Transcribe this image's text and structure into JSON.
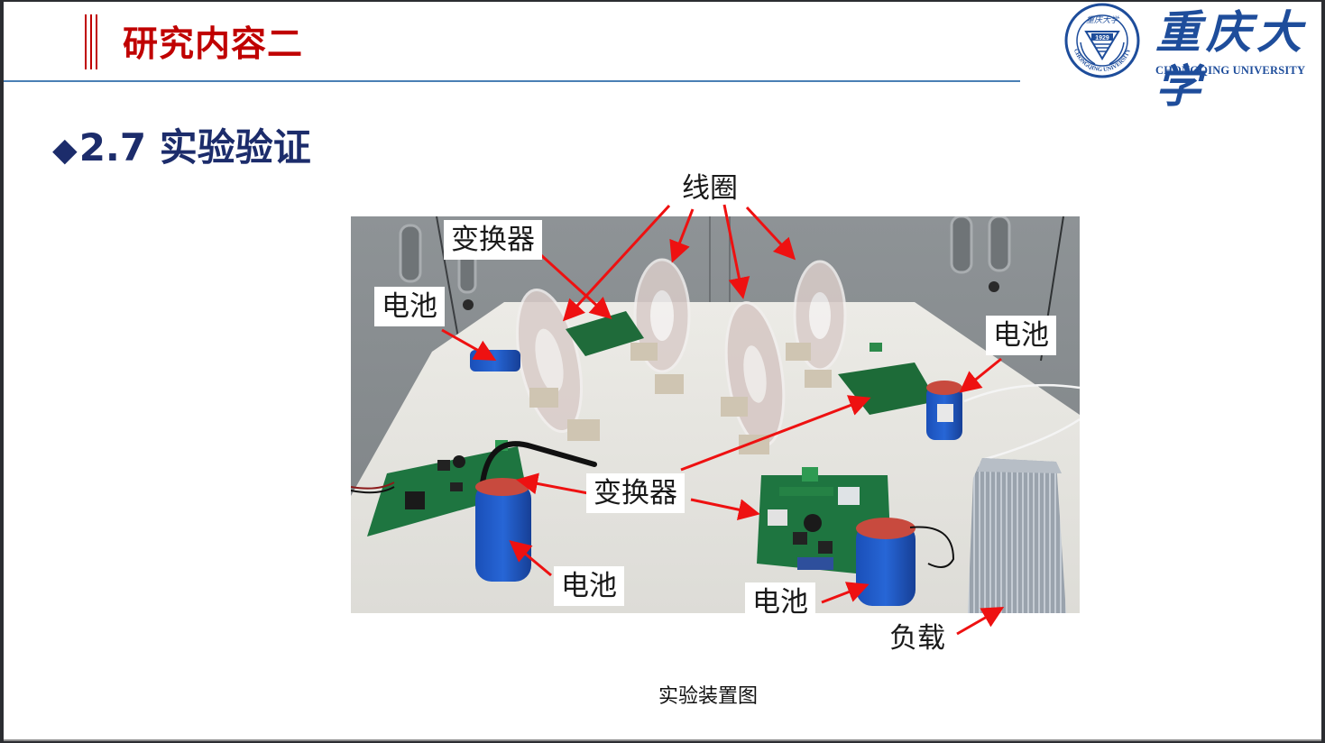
{
  "header": {
    "section_title": "研究内容二",
    "accent_color": "#c00000",
    "rule_color": "#4a7fb5"
  },
  "logo": {
    "seal_year": "1929",
    "seal_top_text": "重庆大学",
    "seal_ring_text": "CHONGQING UNIVERSITY",
    "name_cn": "重庆大学",
    "name_en": "CHONGQING UNIVERSITY",
    "brand_color": "#1e4d9b"
  },
  "content": {
    "bullet_icon": "diamond-icon",
    "bullet_glyph": "◆",
    "heading": "2.7 实验验证",
    "heading_color": "#1c2c6b"
  },
  "figure": {
    "image_alt": "实验装置图",
    "callouts": {
      "coil": "线圈",
      "converter_top": "变换器",
      "battery_left_top": "电池",
      "battery_right_top": "电池",
      "converter_mid": "变换器",
      "battery_bottom_left": "电池",
      "battery_bottom_mid": "电池",
      "load": "负载"
    },
    "arrow_color": "#ee1111",
    "caption": "实验装置图"
  }
}
